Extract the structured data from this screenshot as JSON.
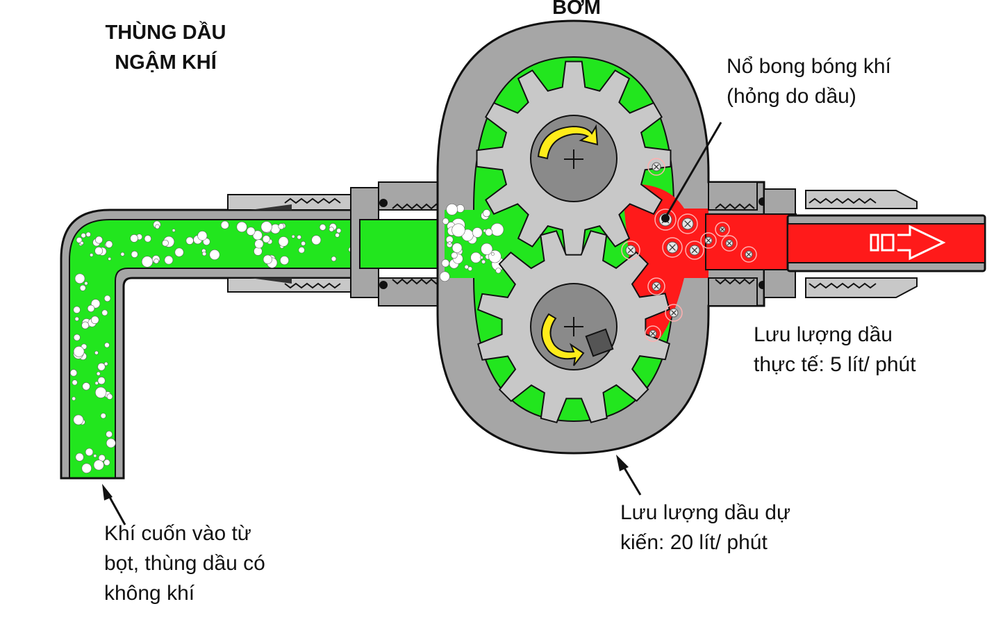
{
  "diagram": {
    "title": "Pump cavitation / aeration diagram",
    "labels": {
      "tank": {
        "lines": [
          "THÙNG DẦU",
          "NGẬM KHÍ"
        ]
      },
      "pump": {
        "lines": [
          "BƠM"
        ]
      },
      "burst": {
        "lines": [
          "Nổ bong bóng khí",
          "(hỏng do dầu)"
        ]
      },
      "actual_flow": {
        "lines": [
          "Lưu lượng dầu",
          "thực tế: 5 lít/ phút"
        ]
      },
      "expected_flow": {
        "lines": [
          "Lưu lượng dầu dự",
          "kiến: 20 lít/ phút"
        ]
      },
      "air_intake": {
        "lines": [
          "Khí cuốn vào từ",
          "bọt, thùng dầu có",
          "không khí"
        ]
      }
    },
    "components": [
      {
        "name": "inlet-pipe",
        "fluid": "aerated oil",
        "color": "#22e61e"
      },
      {
        "name": "pump-housing",
        "color": "#a6a6a6"
      },
      {
        "name": "upper-gear",
        "rotation": "clockwise",
        "color": "#c8c8c8"
      },
      {
        "name": "lower-gear",
        "rotation": "counter-clockwise",
        "color": "#c8c8c8"
      },
      {
        "name": "outlet-pipe",
        "fluid": "damaged oil",
        "color": "#ff1a1a"
      }
    ],
    "colors": {
      "aerated_oil": "#22e61e",
      "damaged_oil": "#ff1a1a",
      "housing": "#a6a6a6",
      "gear": "#c8c8c8",
      "hub": "#8a8a8a",
      "rotation_arrow": "#ffec1a",
      "outline": "#111111"
    }
  }
}
